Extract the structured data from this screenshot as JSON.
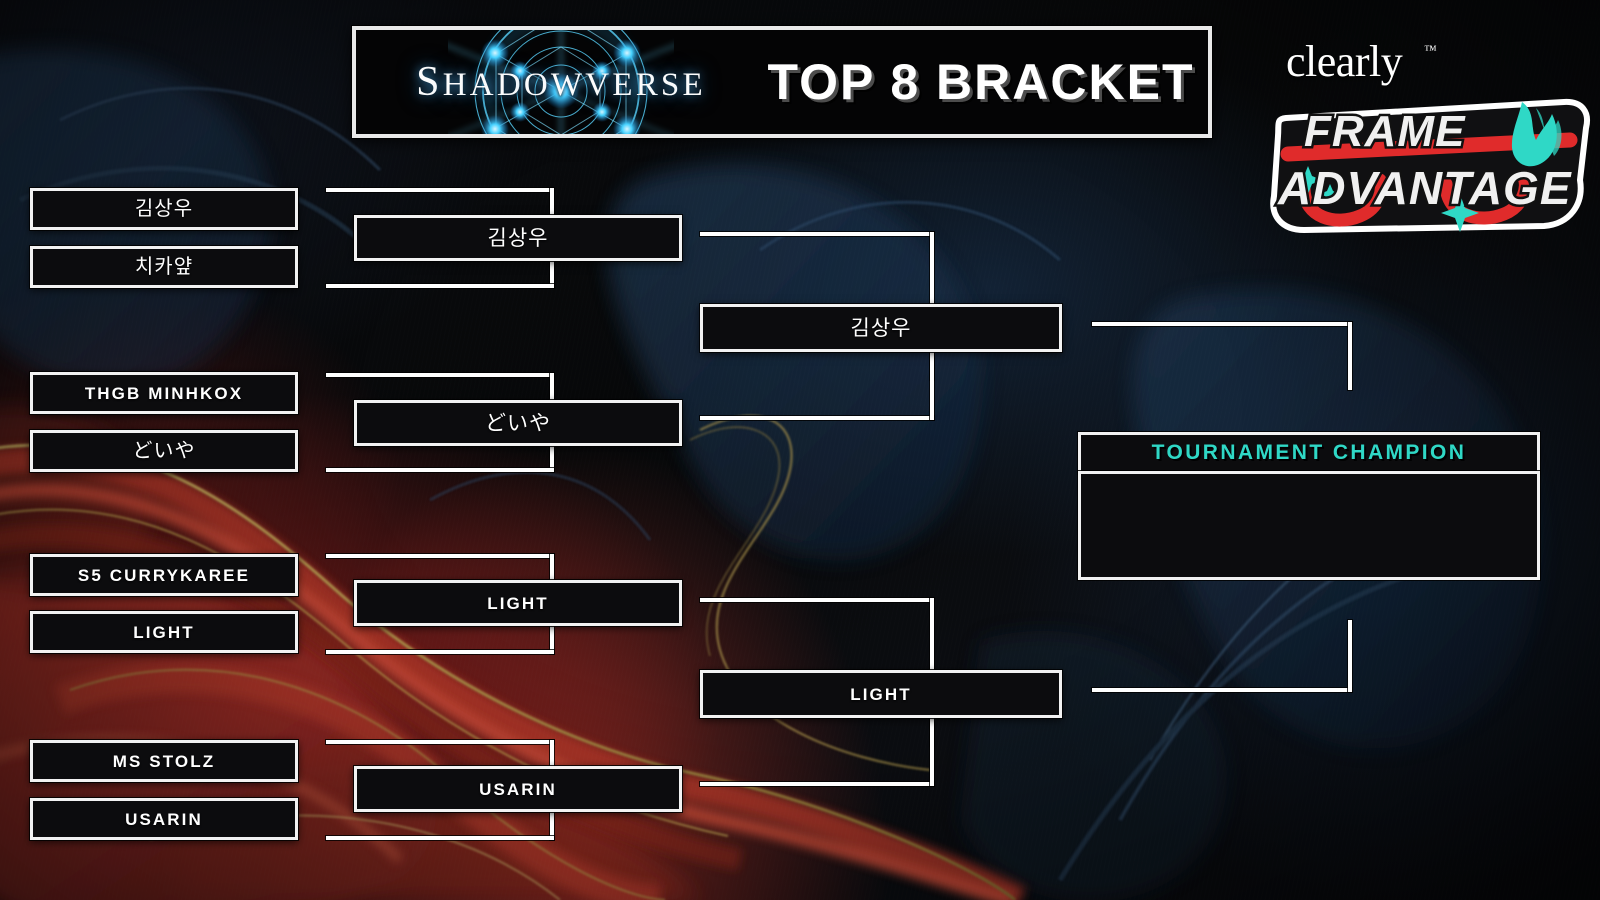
{
  "header": {
    "game_logo_text": "SHADOWVERSE",
    "title": "TOP 8 BRACKET"
  },
  "sponsor": {
    "brand": "clearly",
    "trademark": "™",
    "line1": "FRAME",
    "line2": "ADVANTAGE"
  },
  "colors": {
    "box_border": "#f2f2f2",
    "box_fill": "#0c0c0e",
    "champion_accent": "#2fd8c6",
    "connector": "#ffffff",
    "logo_glow": "#2ec5f0"
  },
  "bracket": {
    "round1": [
      {
        "name": "김상우",
        "script": "cjk"
      },
      {
        "name": "치카얖",
        "script": "cjk"
      },
      {
        "name": "THGB MINHKOX",
        "script": "latin"
      },
      {
        "name": "どいや",
        "script": "cjk"
      },
      {
        "name": "S5 CURRYKAREE",
        "script": "latin"
      },
      {
        "name": "LIGHT",
        "script": "latin"
      },
      {
        "name": "MS STOLZ",
        "script": "latin"
      },
      {
        "name": "USARIN",
        "script": "latin"
      }
    ],
    "round2": [
      {
        "name": "김상우",
        "script": "cjk"
      },
      {
        "name": "どいや",
        "script": "cjk"
      },
      {
        "name": "LIGHT",
        "script": "latin"
      },
      {
        "name": "USARIN",
        "script": "latin"
      }
    ],
    "round3": [
      {
        "name": "김상우",
        "script": "cjk"
      },
      {
        "name": "LIGHT",
        "script": "latin"
      }
    ],
    "champion": {
      "header": "TOURNAMENT CHAMPION",
      "name": ""
    }
  }
}
